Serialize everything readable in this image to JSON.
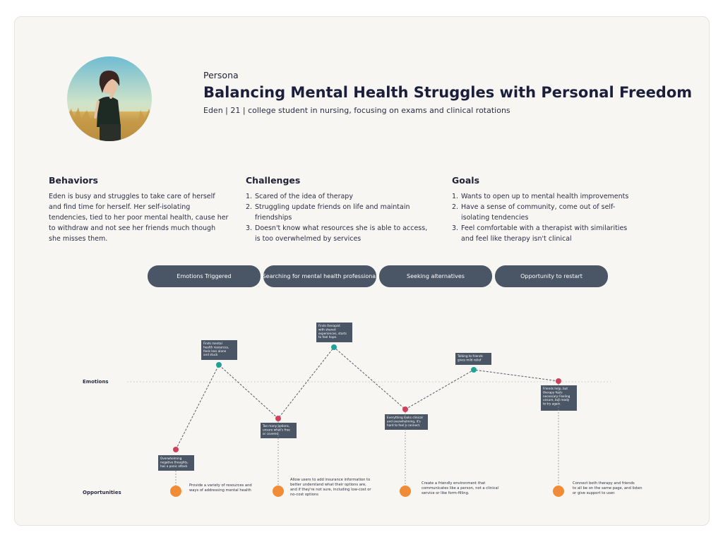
{
  "persona": {
    "label": "Persona",
    "title": "Balancing Mental Health Struggles with Personal Freedom",
    "subtitle": "Eden | 21 | college student in nursing, focusing on exams and clinical rotations",
    "photo": "persona-portrait"
  },
  "behaviors": {
    "heading": "Behaviors",
    "text": "Eden is busy and struggles to take care of herself and find time for herself. Her self-isolating tendencies, tied to her poor mental health, cause her to withdraw and not see her friends much though she misses them."
  },
  "challenges": {
    "heading": "Challenges",
    "items": [
      {
        "num": "1.",
        "text": "Scared of the idea of therapy"
      },
      {
        "num": "2.",
        "text": "Struggling update friends on life and maintain friendships"
      },
      {
        "num": "3.",
        "text": "Doesn't know what resources she is able to access, is too overwhelmed by services"
      }
    ]
  },
  "goals": {
    "heading": "Goals",
    "items": [
      {
        "num": "1.",
        "text": "Wants to open up to mental health improvements"
      },
      {
        "num": "2.",
        "text": "Have a sense of community, come out of self-isolating tendencies"
      },
      {
        "num": "3.",
        "text": "Feel comfortable with a therapist with similarities and feel like therapy isn't clinical"
      }
    ]
  },
  "stages": [
    {
      "label": "Emotions Triggered"
    },
    {
      "label": "Searching for mental health professional"
    },
    {
      "label": "Seeking alternatives"
    },
    {
      "label": "Opportunity to restart"
    }
  ],
  "journey": {
    "emotions_label": "Emotions",
    "opportunities_label": "Opportunities",
    "colors": {
      "negative": "#d1405a",
      "positive": "#1fa399",
      "opportunity": "#f08c35",
      "note": "#4a5665",
      "line": "#555b68"
    },
    "points": [
      {
        "sentiment": "negative",
        "lines": [
          "Overwhelming",
          "negative thoughts,",
          "has a panic attack"
        ]
      },
      {
        "sentiment": "positive",
        "lines": [
          "Finds mental",
          "health resources,",
          "feels less alone",
          "and stuck"
        ]
      },
      {
        "sentiment": "negative",
        "lines": [
          "Too many options,",
          "unsure what's free",
          "or covered."
        ]
      },
      {
        "sentiment": "positive",
        "lines": [
          "Finds therapist",
          "with shared",
          "experiences, starts",
          "to feel hope."
        ]
      },
      {
        "sentiment": "negative",
        "lines": [
          "Everything looks clinical",
          "and overwhelming, it's",
          "hard to feel a connect."
        ]
      },
      {
        "sentiment": "positive",
        "lines": [
          "Talking to friends",
          "gives mild relief"
        ]
      },
      {
        "sentiment": "negative",
        "lines": [
          "Friends help, but",
          "therapy feels",
          "necessary. Feeling",
          "unsure, but ready",
          "to try again."
        ]
      }
    ],
    "opportunities": [
      {
        "lines": [
          "Provide a variety of resources and",
          "ways of addressing mental health"
        ]
      },
      {
        "lines": [
          "Allow users to add insurance information to",
          "better understand what their options are,",
          "and if they're not sure, including low-cost or",
          "no-cost options"
        ]
      },
      {
        "lines": [
          "Create a friendly environment that",
          "communicates like a person, not a clinical",
          "service or like form-filling."
        ]
      },
      {
        "lines": [
          "Connect both therapy and friends",
          "to all be on the same page, and listen",
          "or give support to user."
        ]
      }
    ]
  }
}
